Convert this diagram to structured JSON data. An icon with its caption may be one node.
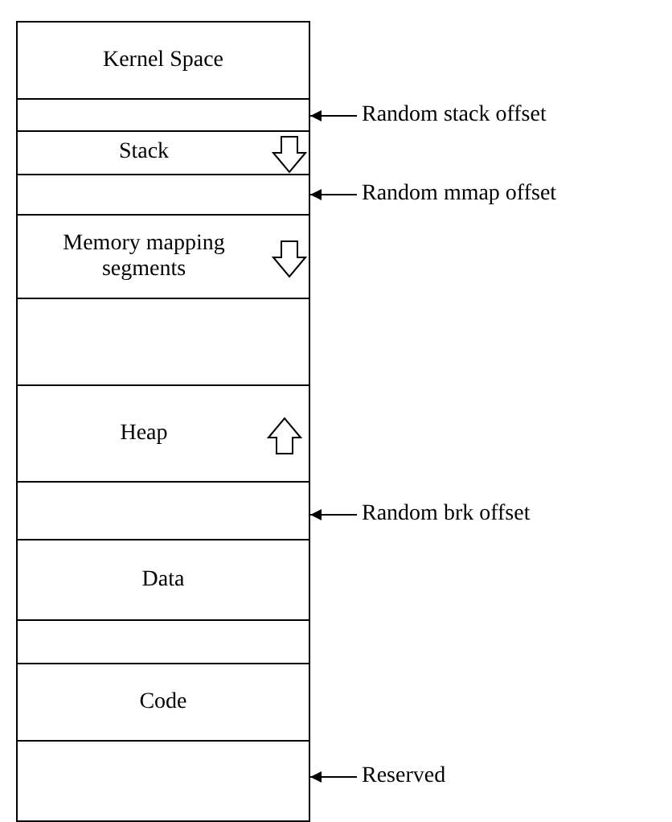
{
  "diagram": {
    "nodes": [
      {
        "text": [
          "Kernel Space"
        ]
      },
      {
        "text": [],
        "shape": "box"
      },
      {
        "text": [
          "Stack"
        ]
      },
      {
        "text": [],
        "shape": "box"
      },
      {
        "text": [
          "Memory mapping segments"
        ]
      },
      {
        "text": [],
        "shape": "box"
      },
      {
        "text": [
          "Heap"
        ]
      },
      {
        "text": [],
        "shape": "box"
      },
      {
        "text": [
          "Data"
        ]
      },
      {
        "text": [],
        "shape": "box"
      },
      {
        "text": [
          "Code"
        ]
      },
      {
        "text": [],
        "shape": "box"
      },
      {
        "text": [
          "Random stack offset"
        ]
      },
      {
        "text": [
          "Random mmap offset"
        ]
      },
      {
        "text": [
          "Random brk offset"
        ]
      },
      {
        "text": [
          "Reserved"
        ]
      }
    ],
    "edges": [
      {
        "from": 12,
        "to": 1,
        "arrow": "to"
      },
      {
        "from": 13,
        "to": 3,
        "arrow": "to"
      },
      {
        "from": 14,
        "to": 7,
        "arrow": "to"
      },
      {
        "from": 15,
        "to": 11,
        "arrow": "to"
      }
    ]
  }
}
